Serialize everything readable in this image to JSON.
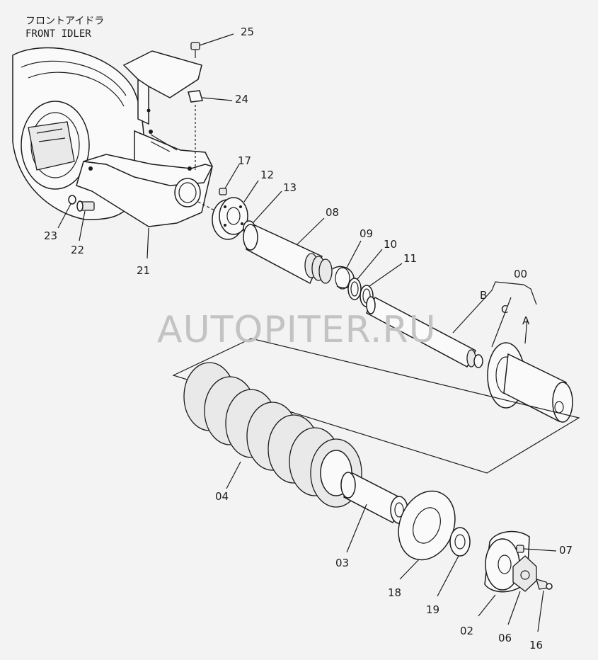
{
  "title": {
    "jp": "フロントアイドラ",
    "en": "FRONT IDLER"
  },
  "watermark": "AUTOPITER.RU",
  "callouts": {
    "p25": "25",
    "p24": "24",
    "p17": "17",
    "p12": "12",
    "p13": "13",
    "p08": "08",
    "p09": "09",
    "p10": "10",
    "p11": "11",
    "p00": "00",
    "pB": "B",
    "pC": "C",
    "pA": "A",
    "p23": "23",
    "p22": "22",
    "p21": "21",
    "p04": "04",
    "p03": "03",
    "p18": "18",
    "p19": "19",
    "p02": "02",
    "p06": "06",
    "p16": "16",
    "p07": "07"
  }
}
